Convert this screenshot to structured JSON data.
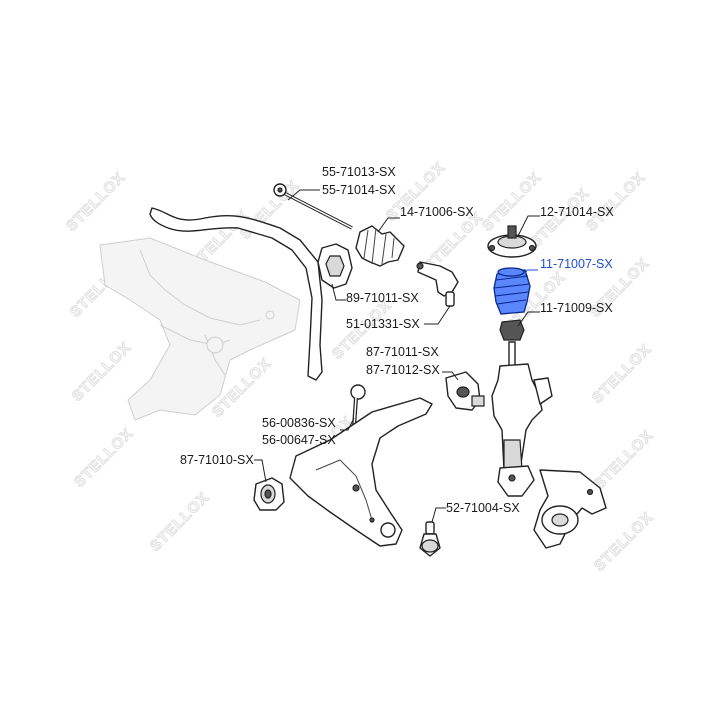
{
  "watermark": "STELLOX",
  "labels": [
    {
      "id": "p-55-71013",
      "text": "55-71013-SX",
      "highlight": false
    },
    {
      "id": "p-55-71014",
      "text": "55-71014-SX",
      "highlight": false
    },
    {
      "id": "p-14-71006",
      "text": "14-71006-SX",
      "highlight": false
    },
    {
      "id": "p-12-71014",
      "text": "12-71014-SX",
      "highlight": false
    },
    {
      "id": "p-11-71007",
      "text": "11-71007-SX",
      "highlight": true
    },
    {
      "id": "p-11-71009",
      "text": "11-71009-SX",
      "highlight": false
    },
    {
      "id": "p-89-71011",
      "text": "89-71011-SX",
      "highlight": false
    },
    {
      "id": "p-51-01331",
      "text": "51-01331-SX",
      "highlight": false
    },
    {
      "id": "p-87-71011",
      "text": "87-71011-SX",
      "highlight": false
    },
    {
      "id": "p-87-71012",
      "text": "87-71012-SX",
      "highlight": false
    },
    {
      "id": "p-56-00836",
      "text": "56-00836-SX",
      "highlight": false
    },
    {
      "id": "p-56-00647",
      "text": "56-00647-SX",
      "highlight": false
    },
    {
      "id": "p-87-71010",
      "text": "87-71010-SX",
      "highlight": false
    },
    {
      "id": "p-52-71004",
      "text": "52-71004-SX",
      "highlight": false
    }
  ],
  "colors": {
    "text": "#1a1a1a",
    "highlight": "#1f4fd6",
    "part_blue": "#5a86ff"
  }
}
